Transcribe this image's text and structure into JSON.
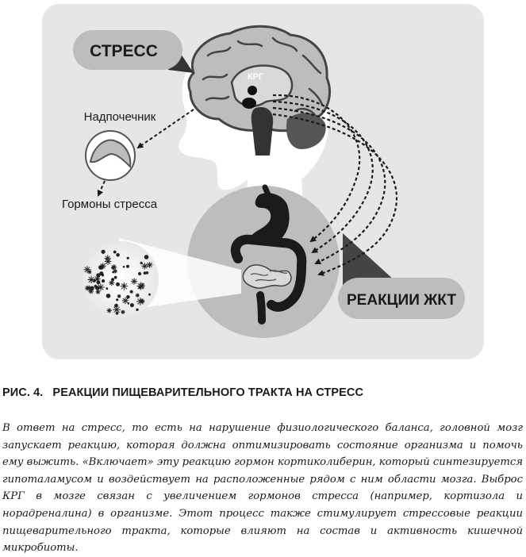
{
  "figure": {
    "stress_label": "СТРЕСС",
    "krg_label": "КРГ",
    "adrenal_label": "Надпочечник",
    "hormones_label": "Гормоны стресса",
    "gi_reactions_label": "РЕАКЦИИ ЖКТ"
  },
  "caption": {
    "number": "РИС. 4.",
    "title": "РЕАКЦИИ ПИЩЕВАРИТЕЛЬНОГО ТРАКТА НА СТРЕСС"
  },
  "paragraph": "В ответ на стресс, то есть на нарушение физиологического баланса, головной мозг запускает реакцию, которая должна оптимизировать состояние организма и помочь ему выжить. «Включает» эту реакцию гормон кортиколиберин, который синтезируется гипоталамусом и воздействует на расположенные рядом с ним области мозга. Выброс КРГ в мозге связан с увеличением гормонов стресса (например, кортизола и норадреналина) в организме. Этот процесс также стимулирует стрессовые реакции пищеварительного тракта, которые влияют на состав и активность кишечной микробиоты."
}
